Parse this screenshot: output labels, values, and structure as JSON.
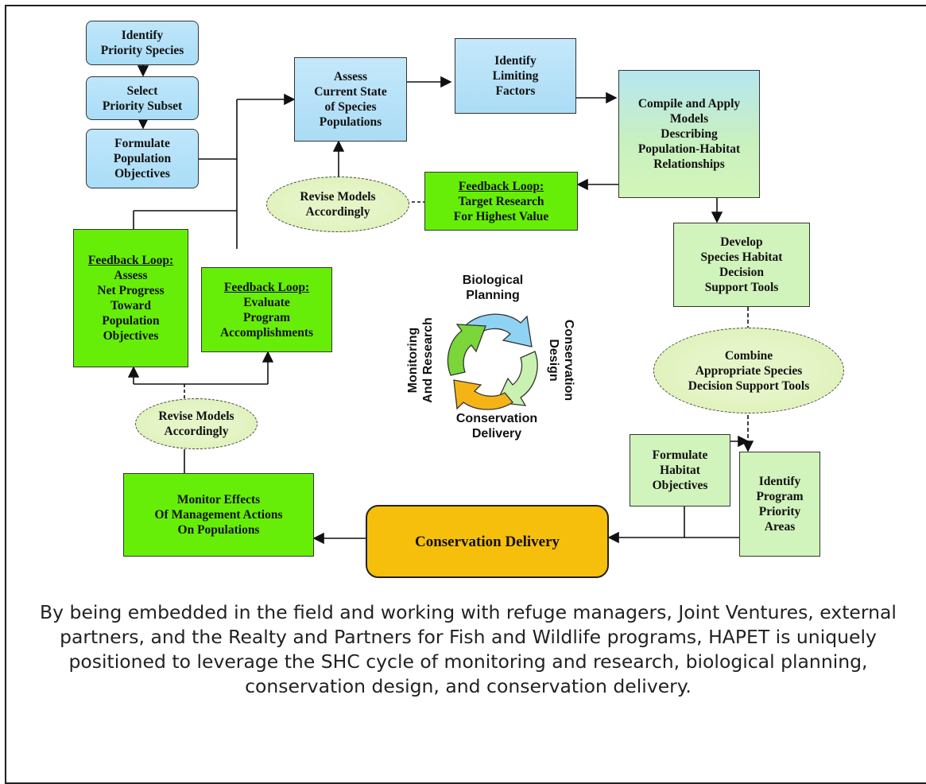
{
  "boxes": {
    "identify_priority_species": [
      "Identify",
      "Priority Species"
    ],
    "select_priority_subset": [
      "Select",
      "Priority Subset"
    ],
    "formulate_population_objectives": [
      "Formulate",
      "Population",
      "Objectives"
    ],
    "assess_current_state": [
      "Assess",
      "Current State",
      "of Species",
      "Populations"
    ],
    "identify_limiting_factors": [
      "Identify",
      "Limiting",
      "Factors"
    ],
    "compile_apply_models": [
      "Compile and Apply",
      "Models",
      "Describing",
      "Population-Habitat",
      "Relationships"
    ],
    "feedback_target_research": {
      "heading": "Feedback Loop:",
      "lines": [
        "Target Research",
        "For Highest Value"
      ]
    },
    "revise_models_top": [
      "Revise Models",
      "Accordingly"
    ],
    "feedback_assess_net_progress": {
      "heading": "Feedback Loop:",
      "lines": [
        "Assess",
        "Net Progress",
        "Toward",
        "Population",
        "Objectives"
      ]
    },
    "feedback_evaluate_program": {
      "heading": "Feedback Loop:",
      "lines": [
        "Evaluate",
        "Program",
        "Accomplishments"
      ]
    },
    "develop_decision_tools": [
      "Develop",
      "Species Habitat",
      "Decision",
      "Support Tools"
    ],
    "combine_decision_tools": [
      "Combine",
      "Appropriate Species",
      "Decision Support Tools"
    ],
    "revise_models_bottom": [
      "Revise Models",
      "Accordingly"
    ],
    "formulate_habitat_objectives": [
      "Formulate",
      "Habitat",
      "Objectives"
    ],
    "identify_program_priority_areas": [
      "Identify",
      "Program",
      "Priority",
      "Areas"
    ],
    "monitor_effects": [
      "Monitor Effects",
      "Of Management Actions",
      "On Populations"
    ],
    "conservation_delivery": [
      "Conservation Delivery"
    ]
  },
  "cycle": {
    "biological_planning": [
      "Biological",
      "Planning"
    ],
    "conservation_design": [
      "Conservation",
      "Design"
    ],
    "conservation_delivery": [
      "Conservation",
      "Delivery"
    ],
    "monitoring_research": [
      "Monitoring",
      "And Research"
    ],
    "colors": {
      "blue": "#8fd3f4",
      "light_green": "#c9f2b0",
      "orange": "#f4b416",
      "green": "#7bd63a"
    }
  },
  "caption": "By being embedded in the field and working with refuge managers, Joint Ventures, external partners, and the Realty and Partners for Fish and Wildlife programs, HAPET is uniquely positioned to leverage the SHC cycle of monitoring and research, biological planning, conservation design, and conservation delivery.",
  "colors": {
    "blue_box": "#a9ddf7",
    "bright_green_box": "#66ee08",
    "light_green_box": "#d1f3bc",
    "delivery_box": "#f6bf0c"
  }
}
